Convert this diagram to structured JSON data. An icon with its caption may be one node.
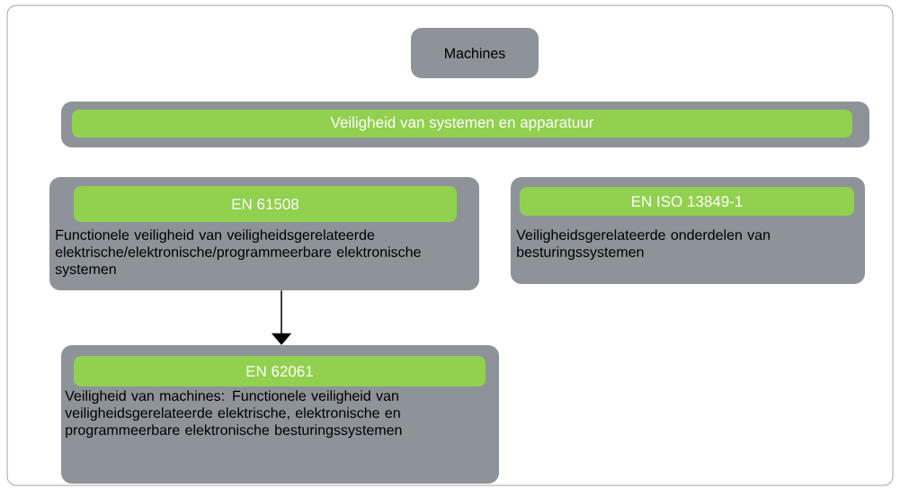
{
  "diagram": {
    "nodes": [
      {
        "text": [
          "Machines"
        ]
      },
      {
        "text": [
          "Veiligheid van systemen en apparatuur"
        ]
      },
      {
        "text": [
          "EN 61508",
          "Functionele veiligheid van veiligheidsgerelateerde elektrische/elektronische/programmeerbare elektronische systemen"
        ]
      },
      {
        "text": [
          "EN ISO 13849-1",
          "Veiligheidsgerelateerde onderdelen van besturingssystemen"
        ]
      },
      {
        "text": [
          "EN 62061",
          "Veiligheid van machines: Functionele veiligheid van veiligheidsgerelateerde elektrische, elektronische en programmeerbare elektronische besturingssystemen"
        ]
      }
    ],
    "edges": [
      {
        "from": 2,
        "to": 4,
        "arrow": "to"
      }
    ]
  }
}
